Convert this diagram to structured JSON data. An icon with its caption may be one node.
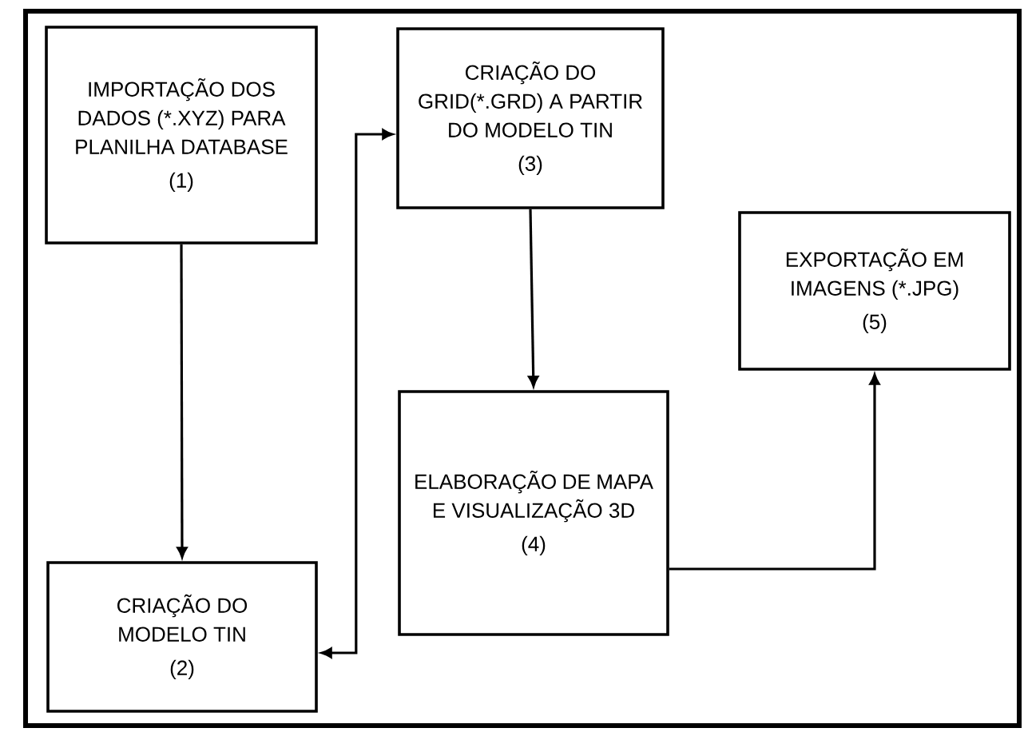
{
  "diagram": {
    "nodes": [
      {
        "text": [
          "IMPORTAÇÃO DOS DADOS (*.XYZ) PARA PLANILHA DATABASE",
          "(1)"
        ]
      },
      {
        "text": [
          "CRIAÇÃO DO MODELO TIN",
          "(2)"
        ]
      },
      {
        "text": [
          "CRIAÇÃO DO GRID(*.GRD) A PARTIR DO MODELO TIN",
          "(3)"
        ]
      },
      {
        "text": [
          "ELABORAÇÃO DE MAPA E VISUALIZAÇÃO 3D",
          "(4)"
        ]
      },
      {
        "text": [
          "EXPORTAÇÃO EM IMAGENS (*.JPG)",
          "(5)"
        ]
      }
    ],
    "edges": [
      {
        "from": 0,
        "to": 1,
        "arrow": "to"
      },
      {
        "from": 1,
        "to": 2,
        "arrow": "both"
      },
      {
        "from": 2,
        "to": 3,
        "arrow": "to"
      },
      {
        "from": 3,
        "to": 4,
        "arrow": "to"
      }
    ]
  }
}
